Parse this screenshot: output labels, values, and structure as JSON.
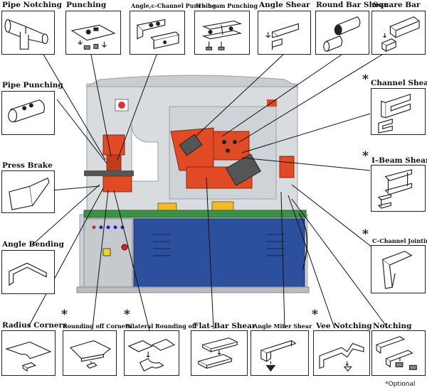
{
  "labels": {
    "pipe_notching": "Pipe Notching",
    "punching": "Punching",
    "angle_channel_punching": "Angle,c-Channel Punching",
    "h_beam_punching": "H – beam Punching",
    "angle_shear": "Angle Shear",
    "round_bar_shear": "Round Bar Shear",
    "square_bar": "Square Bar",
    "pipe_punching": "Pipe Punching",
    "channel_shear": "Channel Shear",
    "press_brake": "Press Brake",
    "i_beam_shear": "I–Beam Shear",
    "angle_bending": "Angle Bending",
    "c_channel_jointing": "C–Channel Jointing",
    "radius_corners": "Radius Corners",
    "rounding_off_corners": "Rounding off Corners",
    "bilateral_rounding_off": "Bilateral Rounding off",
    "flat_bar_shear": "Flat–Bar Shear",
    "angle_miter_shear": "Angle Miter Shear",
    "vee_notching": "Vee Notching",
    "notching": "Notching"
  },
  "optional_marker": "*",
  "optional_note": "*Optional",
  "colors": {
    "machine_body": "#d9dcdf",
    "tooling_red": "#e04a24",
    "base_panel_blue": "#2c4f9e",
    "table_green": "#3f8f4a",
    "guard_yellow": "#f2b92b",
    "outline": "#222222"
  }
}
